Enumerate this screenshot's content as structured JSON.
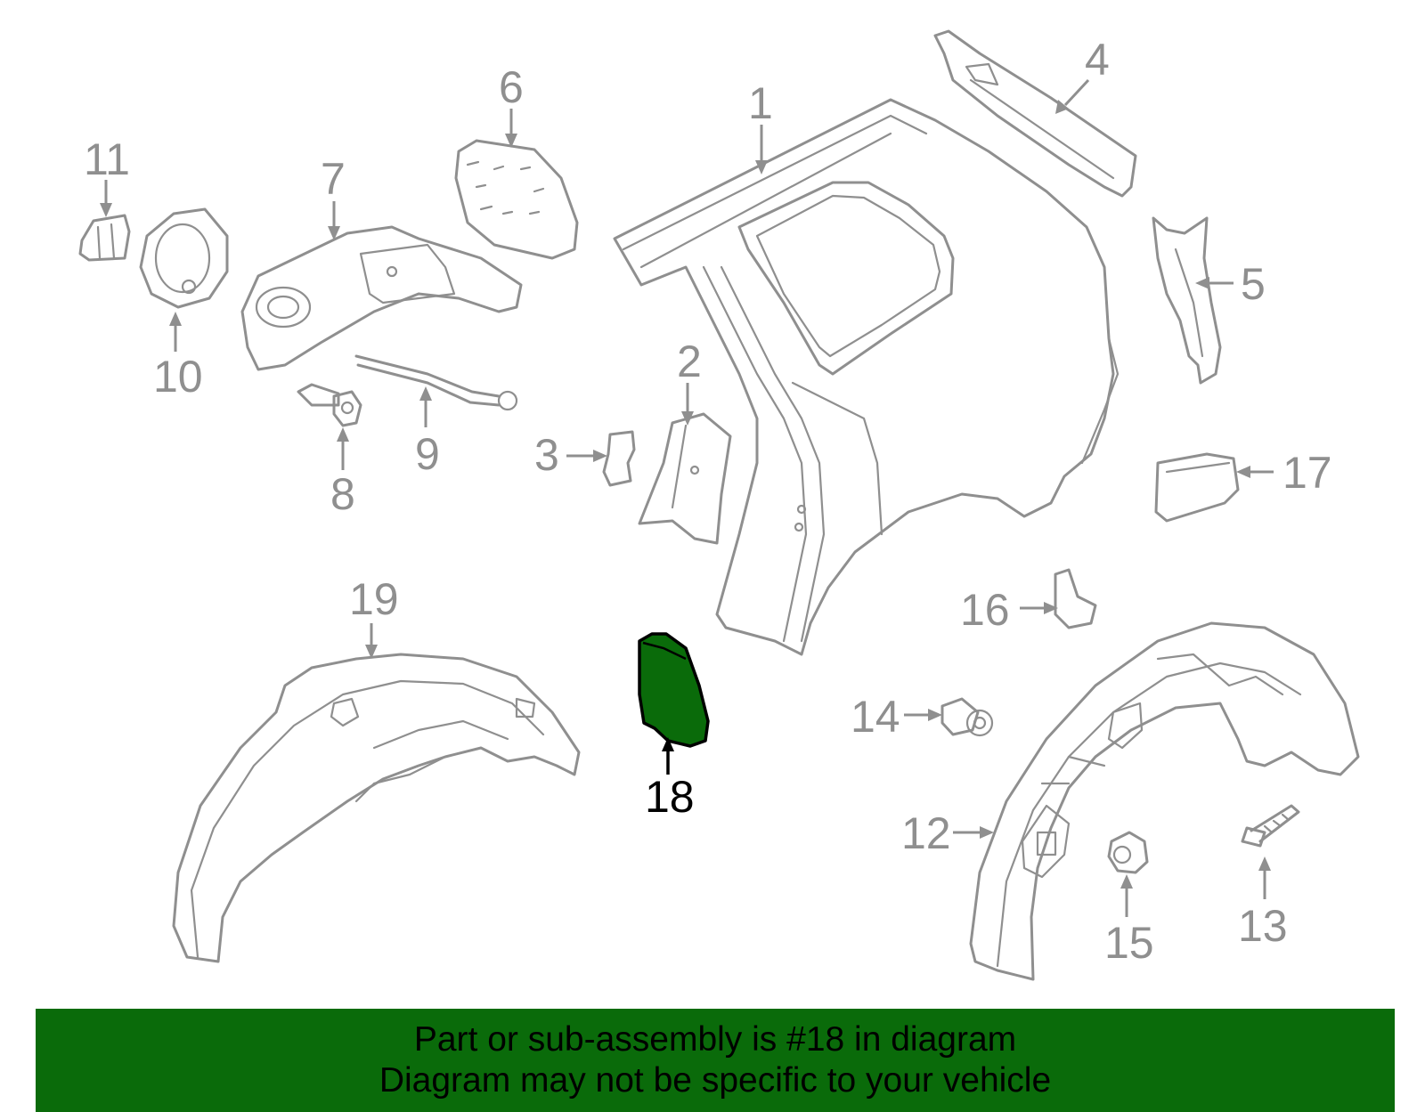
{
  "callouts": {
    "c1": "1",
    "c2": "2",
    "c3": "3",
    "c4": "4",
    "c5": "5",
    "c6": "6",
    "c7": "7",
    "c8": "8",
    "c9": "9",
    "c10": "10",
    "c11": "11",
    "c12": "12",
    "c13": "13",
    "c14": "14",
    "c15": "15",
    "c16": "16",
    "c17": "17",
    "c18": "18",
    "c19": "19"
  },
  "highlighted_part": "18",
  "colors": {
    "highlight": "#0a6b0a",
    "linework": "#8f8f8f",
    "banner": "#0a6b0a"
  },
  "banner": {
    "line1": "Part or sub-assembly is #18 in diagram",
    "line2": "Diagram may not be specific to your vehicle"
  }
}
